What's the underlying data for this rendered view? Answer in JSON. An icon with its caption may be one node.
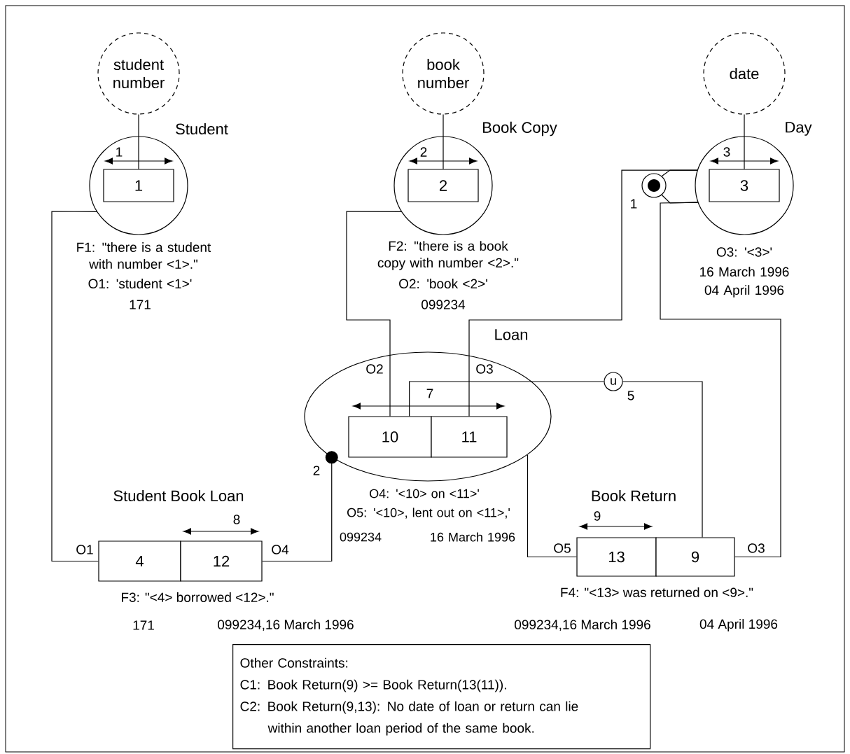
{
  "diagram": {
    "nodes": [
      {
        "text": [
          "student number"
        ]
      },
      {
        "text": [
          "Student"
        ],
        "beside": [
          "F1: \"there is a student with number <1>.\"",
          "O1: 'student <1>'",
          "171"
        ]
      },
      {
        "text": [
          "1"
        ],
        "in": 1
      },
      {
        "text": [
          "book number"
        ]
      },
      {
        "text": [
          "Book Copy"
        ],
        "beside": [
          "F2: \"there is a book copy with number <2>.\"",
          "O2: 'book <2>'",
          "099234"
        ]
      },
      {
        "text": [
          "2"
        ],
        "in": 4
      },
      {
        "text": [
          "date"
        ]
      },
      {
        "text": [
          "Day"
        ],
        "beside": [
          "O3: '<3>'",
          "16 March 1996",
          "04 April 1996"
        ]
      },
      {
        "text": [
          "3"
        ],
        "in": 7
      },
      {
        "text": [
          "Loan"
        ],
        "beside": [
          "O4: '<10> on <11>'",
          "O5: '<10>, lent out on <11>,'",
          "099234",
          "16 March 1996"
        ]
      },
      {
        "text": [
          "10"
        ],
        "in": 9
      },
      {
        "text": [
          "11"
        ],
        "in": 9
      },
      {
        "text": [
          "4"
        ]
      },
      {
        "text": [
          "12"
        ]
      },
      {
        "text": [
          "13"
        ]
      },
      {
        "text": [
          "9"
        ]
      },
      {
        "text": [],
        "shape": "circle"
      },
      {
        "text": [
          "u"
        ]
      },
      {
        "text": [
          "Other Constraints:",
          "C1: Book Return(9) >= Book Return(13(11)).",
          "C2: Book Return(9,13): No date of loan or return can lie within another loan period of the same book."
        ]
      }
    ],
    "edges": [
      {
        "from": 0,
        "to": 2,
        "arrow": "none"
      },
      {
        "from": 3,
        "to": 5,
        "arrow": "none"
      },
      {
        "from": 6,
        "to": 8,
        "arrow": "none"
      },
      {
        "from": 12,
        "to": 1,
        "arrow": "none",
        "label": "O1"
      },
      {
        "from": 10,
        "to": 4,
        "arrow": "none",
        "label": "O2"
      },
      {
        "from": 11,
        "to": 7,
        "arrow": "none",
        "label": "O3"
      },
      {
        "from": 13,
        "to": 9,
        "arrow": "other",
        "label": "O4"
      },
      {
        "from": 14,
        "to": 9,
        "arrow": "none",
        "label": "O5"
      },
      {
        "from": 15,
        "to": 7,
        "arrow": "none",
        "label": "O3"
      },
      {
        "from": 17,
        "to": 10,
        "arrow": "none"
      },
      {
        "from": 17,
        "to": 15,
        "arrow": "none"
      },
      {
        "from": 16,
        "to": 7,
        "arrow": "none"
      },
      {
        "from": 16,
        "to": 7,
        "arrow": "none"
      }
    ],
    "labels": [
      "1",
      "2",
      "3",
      "1",
      "7",
      "5",
      "2",
      "Student Book Loan",
      "8",
      "Book Return",
      "9",
      "F3: \"<4> borrowed <12>.\"",
      "F4: \"<13> was returned on <9>.\"",
      "171",
      "099234,16 March 1996",
      "099234,16 March 1996",
      "04 April 1996"
    ]
  }
}
